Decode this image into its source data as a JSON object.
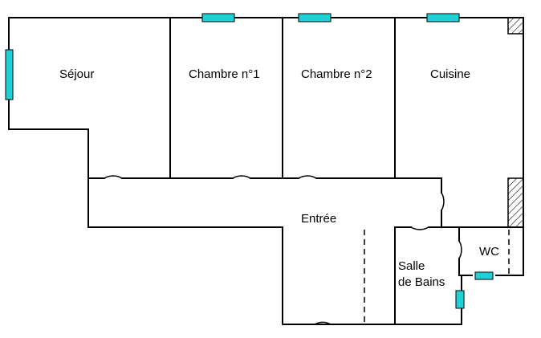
{
  "colors": {
    "wall": "#000000",
    "window": "#1fd0d4",
    "background": "#ffffff",
    "hatch": "#000000"
  },
  "rooms": {
    "sejour": "Séjour",
    "chambre1": "Chambre n°1",
    "chambre2": "Chambre n°2",
    "cuisine": "Cuisine",
    "entree": "Entrée",
    "salle_de_bains_line1": "Salle",
    "salle_de_bains_line2": "de Bains",
    "wc": "WC"
  },
  "symbols": {
    "windows": [
      "window-sejour",
      "window-chambre1",
      "window-chambre2",
      "window-cuisine",
      "window-wc",
      "window-salle-de-bains"
    ],
    "chimneys": [
      "hatched-block-top",
      "hatched-block-middle"
    ]
  }
}
